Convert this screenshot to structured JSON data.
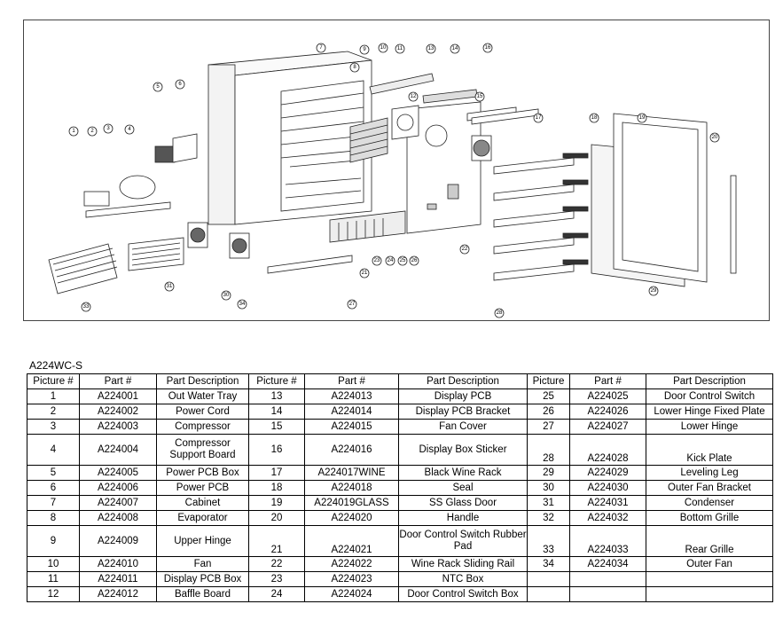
{
  "model": "A224WC-S",
  "headers": [
    "Picture #",
    "Part #",
    "Part Description",
    "Picture #",
    "Part #",
    "Part Description",
    "Picture",
    "Part #",
    "Part Description"
  ],
  "rows": [
    [
      [
        "1",
        "A224001",
        "Out Water Tray"
      ],
      [
        "13",
        "A224013",
        "Display PCB"
      ],
      [
        "25",
        "A224025",
        "Door Control Switch"
      ]
    ],
    [
      [
        "2",
        "A224002",
        "Power Cord"
      ],
      [
        "14",
        "A224014",
        "Display PCB Bracket"
      ],
      [
        "26",
        "A224026",
        "Lower Hinge Fixed Plate"
      ]
    ],
    [
      [
        "3",
        "A224003",
        "Compressor"
      ],
      [
        "15",
        "A224015",
        "Fan Cover"
      ],
      [
        "27",
        "A224027",
        "Lower Hinge"
      ]
    ],
    [
      [
        "4",
        "A224004",
        "Compressor Support Board"
      ],
      [
        "16",
        "A224016",
        "Display Box Sticker"
      ],
      [
        "28",
        "A224028",
        "Kick Plate"
      ]
    ],
    [
      [
        "5",
        "A224005",
        "Power PCB Box"
      ],
      [
        "17",
        "A224017WINE",
        "Black Wine Rack"
      ],
      [
        "29",
        "A224029",
        "Leveling Leg"
      ]
    ],
    [
      [
        "6",
        "A224006",
        "Power PCB"
      ],
      [
        "18",
        "A224018",
        "Seal"
      ],
      [
        "30",
        "A224030",
        "Outer Fan Bracket"
      ]
    ],
    [
      [
        "7",
        "A224007",
        "Cabinet"
      ],
      [
        "19",
        "A224019GLASS",
        "SS Glass Door"
      ],
      [
        "31",
        "A224031",
        "Condenser"
      ]
    ],
    [
      [
        "8",
        "A224008",
        "Evaporator"
      ],
      [
        "20",
        "A224020",
        "Handle"
      ],
      [
        "32",
        "A224032",
        "Bottom Grille"
      ]
    ],
    [
      [
        "9",
        "A224009",
        "Upper Hinge"
      ],
      [
        "21",
        "A224021",
        "Door Control Switch Rubber Pad"
      ],
      [
        "33",
        "A224033",
        "Rear Grille"
      ]
    ],
    [
      [
        "10",
        "A224010",
        "Fan"
      ],
      [
        "22",
        "A224022",
        "Wine Rack Sliding Rail"
      ],
      [
        "34",
        "A224034",
        "Outer Fan"
      ]
    ],
    [
      [
        "11",
        "A224011",
        "Display PCB Box"
      ],
      [
        "23",
        "A224023",
        "NTC Box"
      ],
      [
        "",
        "",
        ""
      ]
    ],
    [
      [
        "12",
        "A224012",
        "Baffle Board"
      ],
      [
        "24",
        "A224024",
        "Door Control Switch Box"
      ],
      [
        "",
        "",
        ""
      ]
    ]
  ],
  "callouts": [
    "1",
    "2",
    "3",
    "4",
    "5",
    "6",
    "7",
    "8",
    "9",
    "10",
    "11",
    "12",
    "13",
    "14",
    "15",
    "16",
    "17",
    "18",
    "19",
    "20",
    "21",
    "22",
    "23",
    "24",
    "25",
    "26",
    "27",
    "28",
    "29",
    "30",
    "31",
    "32",
    "33",
    "34"
  ]
}
